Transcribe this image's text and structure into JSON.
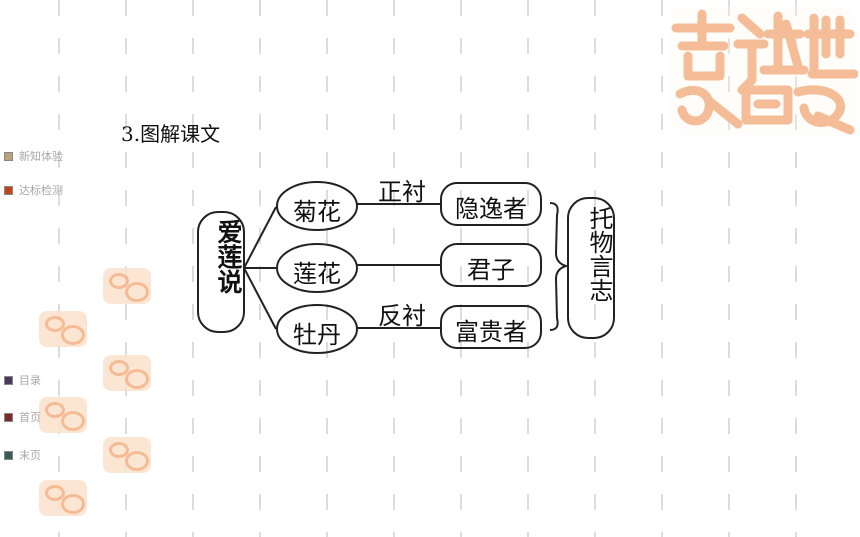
{
  "sidebar": {
    "items": [
      {
        "label": "新知体验",
        "color": "#b8a27a"
      },
      {
        "label": "达标检测",
        "color": "#c0451c"
      }
    ],
    "nav": [
      {
        "label": "目录",
        "color": "#4a3a5a"
      },
      {
        "label": "首页",
        "color": "#7a2a2a"
      },
      {
        "label": "末页",
        "color": "#3a5a5a"
      }
    ]
  },
  "section_title": "3.图解课文",
  "diagram": {
    "center": "爱莲说",
    "flowers": [
      "菊花",
      "莲花",
      "牡丹"
    ],
    "relations": [
      "正衬",
      "",
      "反衬"
    ],
    "people": [
      "隐逸者",
      "君子",
      "富贵者"
    ],
    "conclusion": "托物言志"
  },
  "colors": {
    "stamp": "#f4b48a",
    "stroke": "#222222"
  }
}
